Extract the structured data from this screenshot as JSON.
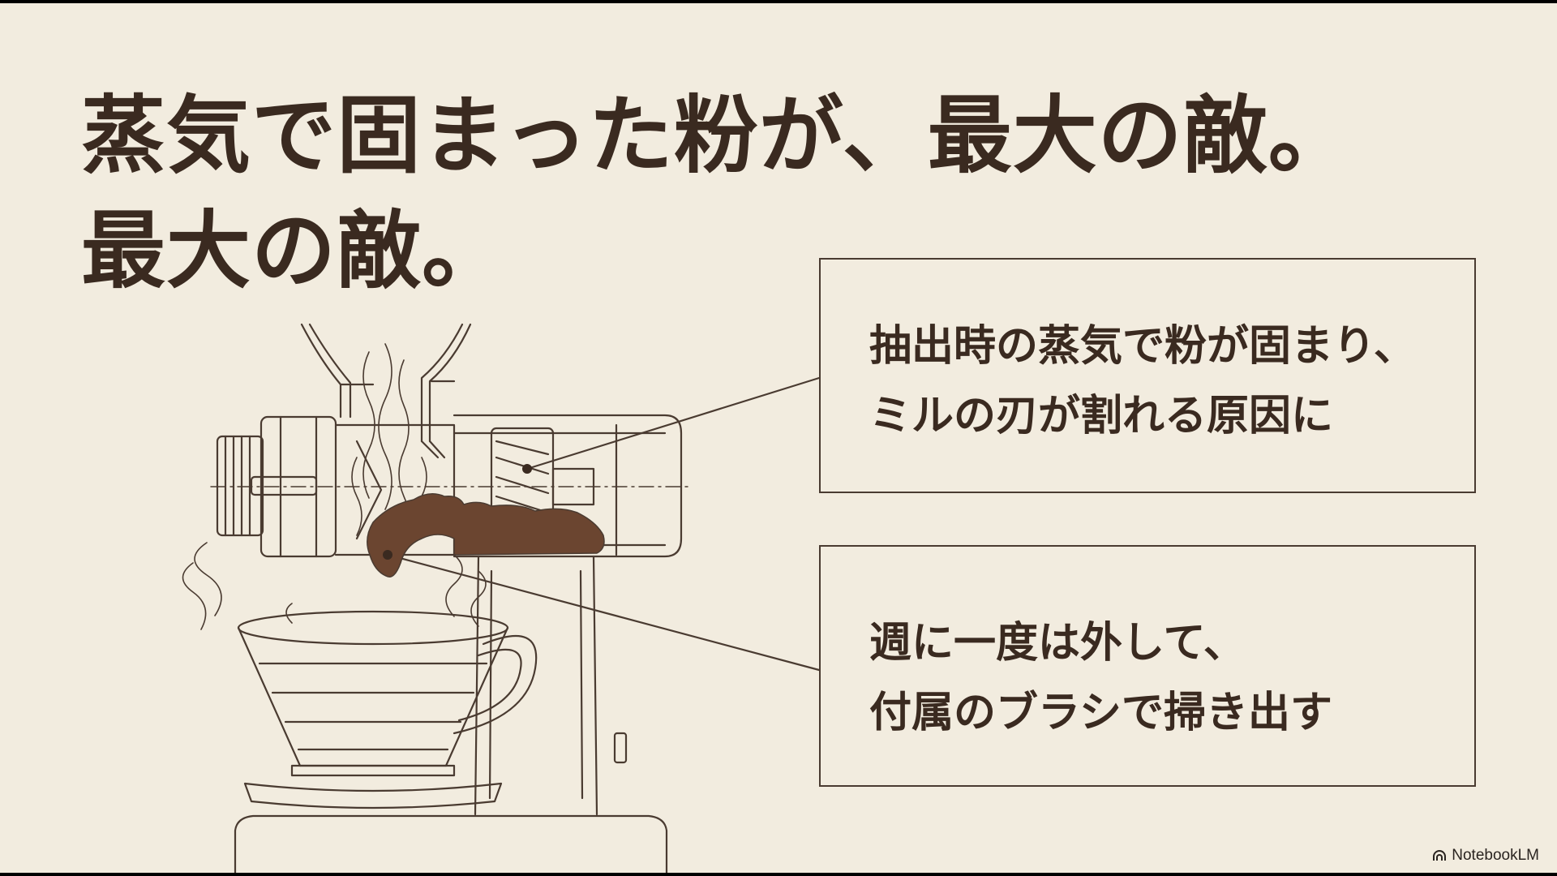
{
  "title": {
    "line1": "蒸気で固まった粉が、最大の敵。",
    "line2": "最大の敵。"
  },
  "callouts": [
    {
      "line1": "抽出時の蒸気で粉が固まり、",
      "line2": "ミルの刃が割れる原因に"
    },
    {
      "line1": "週に一度は外して、",
      "line2": "付属のブラシで掃き出す"
    }
  ],
  "brand": {
    "label": "NotebookLM",
    "icon": "notebooklm-logo-icon"
  },
  "colors": {
    "background": "#f2ecdf",
    "ink": "#3a2a20",
    "coffee": "#6b4530"
  }
}
